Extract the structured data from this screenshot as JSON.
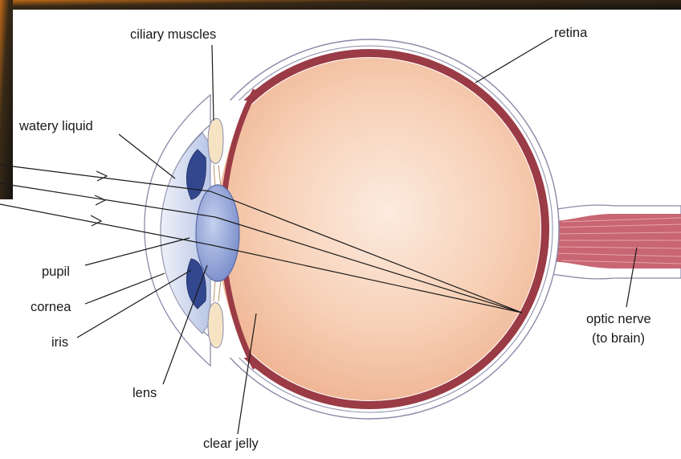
{
  "diagram": {
    "labels": {
      "ciliary_muscles": "ciliary muscles",
      "retina": "retina",
      "watery_liquid": "watery liquid",
      "pupil": "pupil",
      "cornea": "cornea",
      "iris": "iris",
      "lens": "lens",
      "clear_jelly": "clear jelly",
      "optic_nerve_line1": "optic nerve",
      "optic_nerve_line2": "(to brain)"
    },
    "colors": {
      "background_slide": "#1d1a14",
      "background_accent": "#c0701b",
      "sclera": "#ffffff",
      "sclera_outline": "#8a8aa8",
      "choroid": "#9a3b46",
      "vitreous_inner": "#fbe4d4",
      "vitreous_outer": "#efb896",
      "lens_fill": "#90a3d6",
      "iris_fill": "#33478f",
      "cornea_fill": "#d6deef",
      "ciliary_fill": "#f5e3c4",
      "nerve_fill": "#c86673"
    }
  }
}
